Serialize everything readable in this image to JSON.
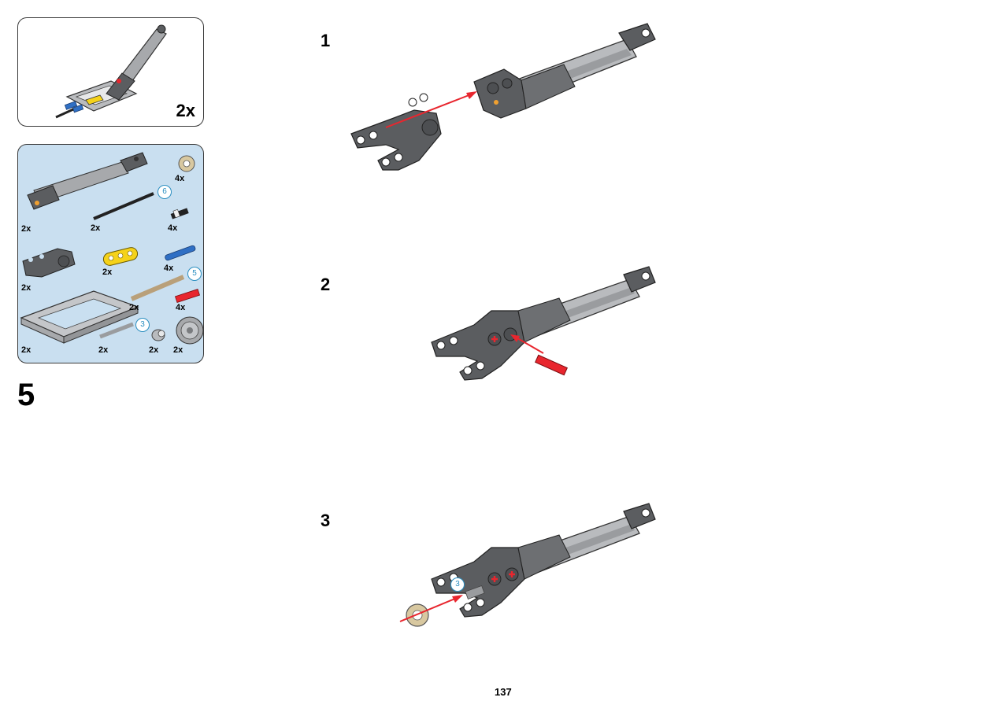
{
  "sub_assembly": {
    "multiplier": "2x"
  },
  "parts_list": {
    "items": [
      {
        "name": "linear-actuator",
        "qty": "2x"
      },
      {
        "name": "gear-12-bevel",
        "qty": "4x"
      },
      {
        "name": "axle-6-black",
        "qty": "2x",
        "length": "6"
      },
      {
        "name": "pin-with-bushing-black",
        "qty": "4x"
      },
      {
        "name": "beam-3-yellow",
        "qty": "2x"
      },
      {
        "name": "pin-connector-blue",
        "qty": "4x"
      },
      {
        "name": "actuator-fork-connector",
        "qty": "2x"
      },
      {
        "name": "axle-5-tan",
        "qty": "2x",
        "length": "5"
      },
      {
        "name": "axle-pin-red",
        "qty": "4x"
      },
      {
        "name": "frame-5x7-open",
        "qty": "2x"
      },
      {
        "name": "axle-3-grey",
        "qty": "2x",
        "length": "3"
      },
      {
        "name": "bush-grey",
        "qty": "2x"
      },
      {
        "name": "gear-20-bevel",
        "qty": "2x"
      }
    ]
  },
  "step_group": "5",
  "steps": [
    {
      "number": "1"
    },
    {
      "number": "2"
    },
    {
      "number": "3",
      "callout_length": "3"
    }
  ],
  "page_number": "137",
  "colors": {
    "panel_blue": "#c9dff0",
    "dark_grey": "#5b5d60",
    "light_grey": "#a7a9ac",
    "arrow_red": "#e8262e",
    "tan": "#d8c8a0",
    "yellow": "#f5d21a",
    "blue": "#2f6fc4"
  }
}
